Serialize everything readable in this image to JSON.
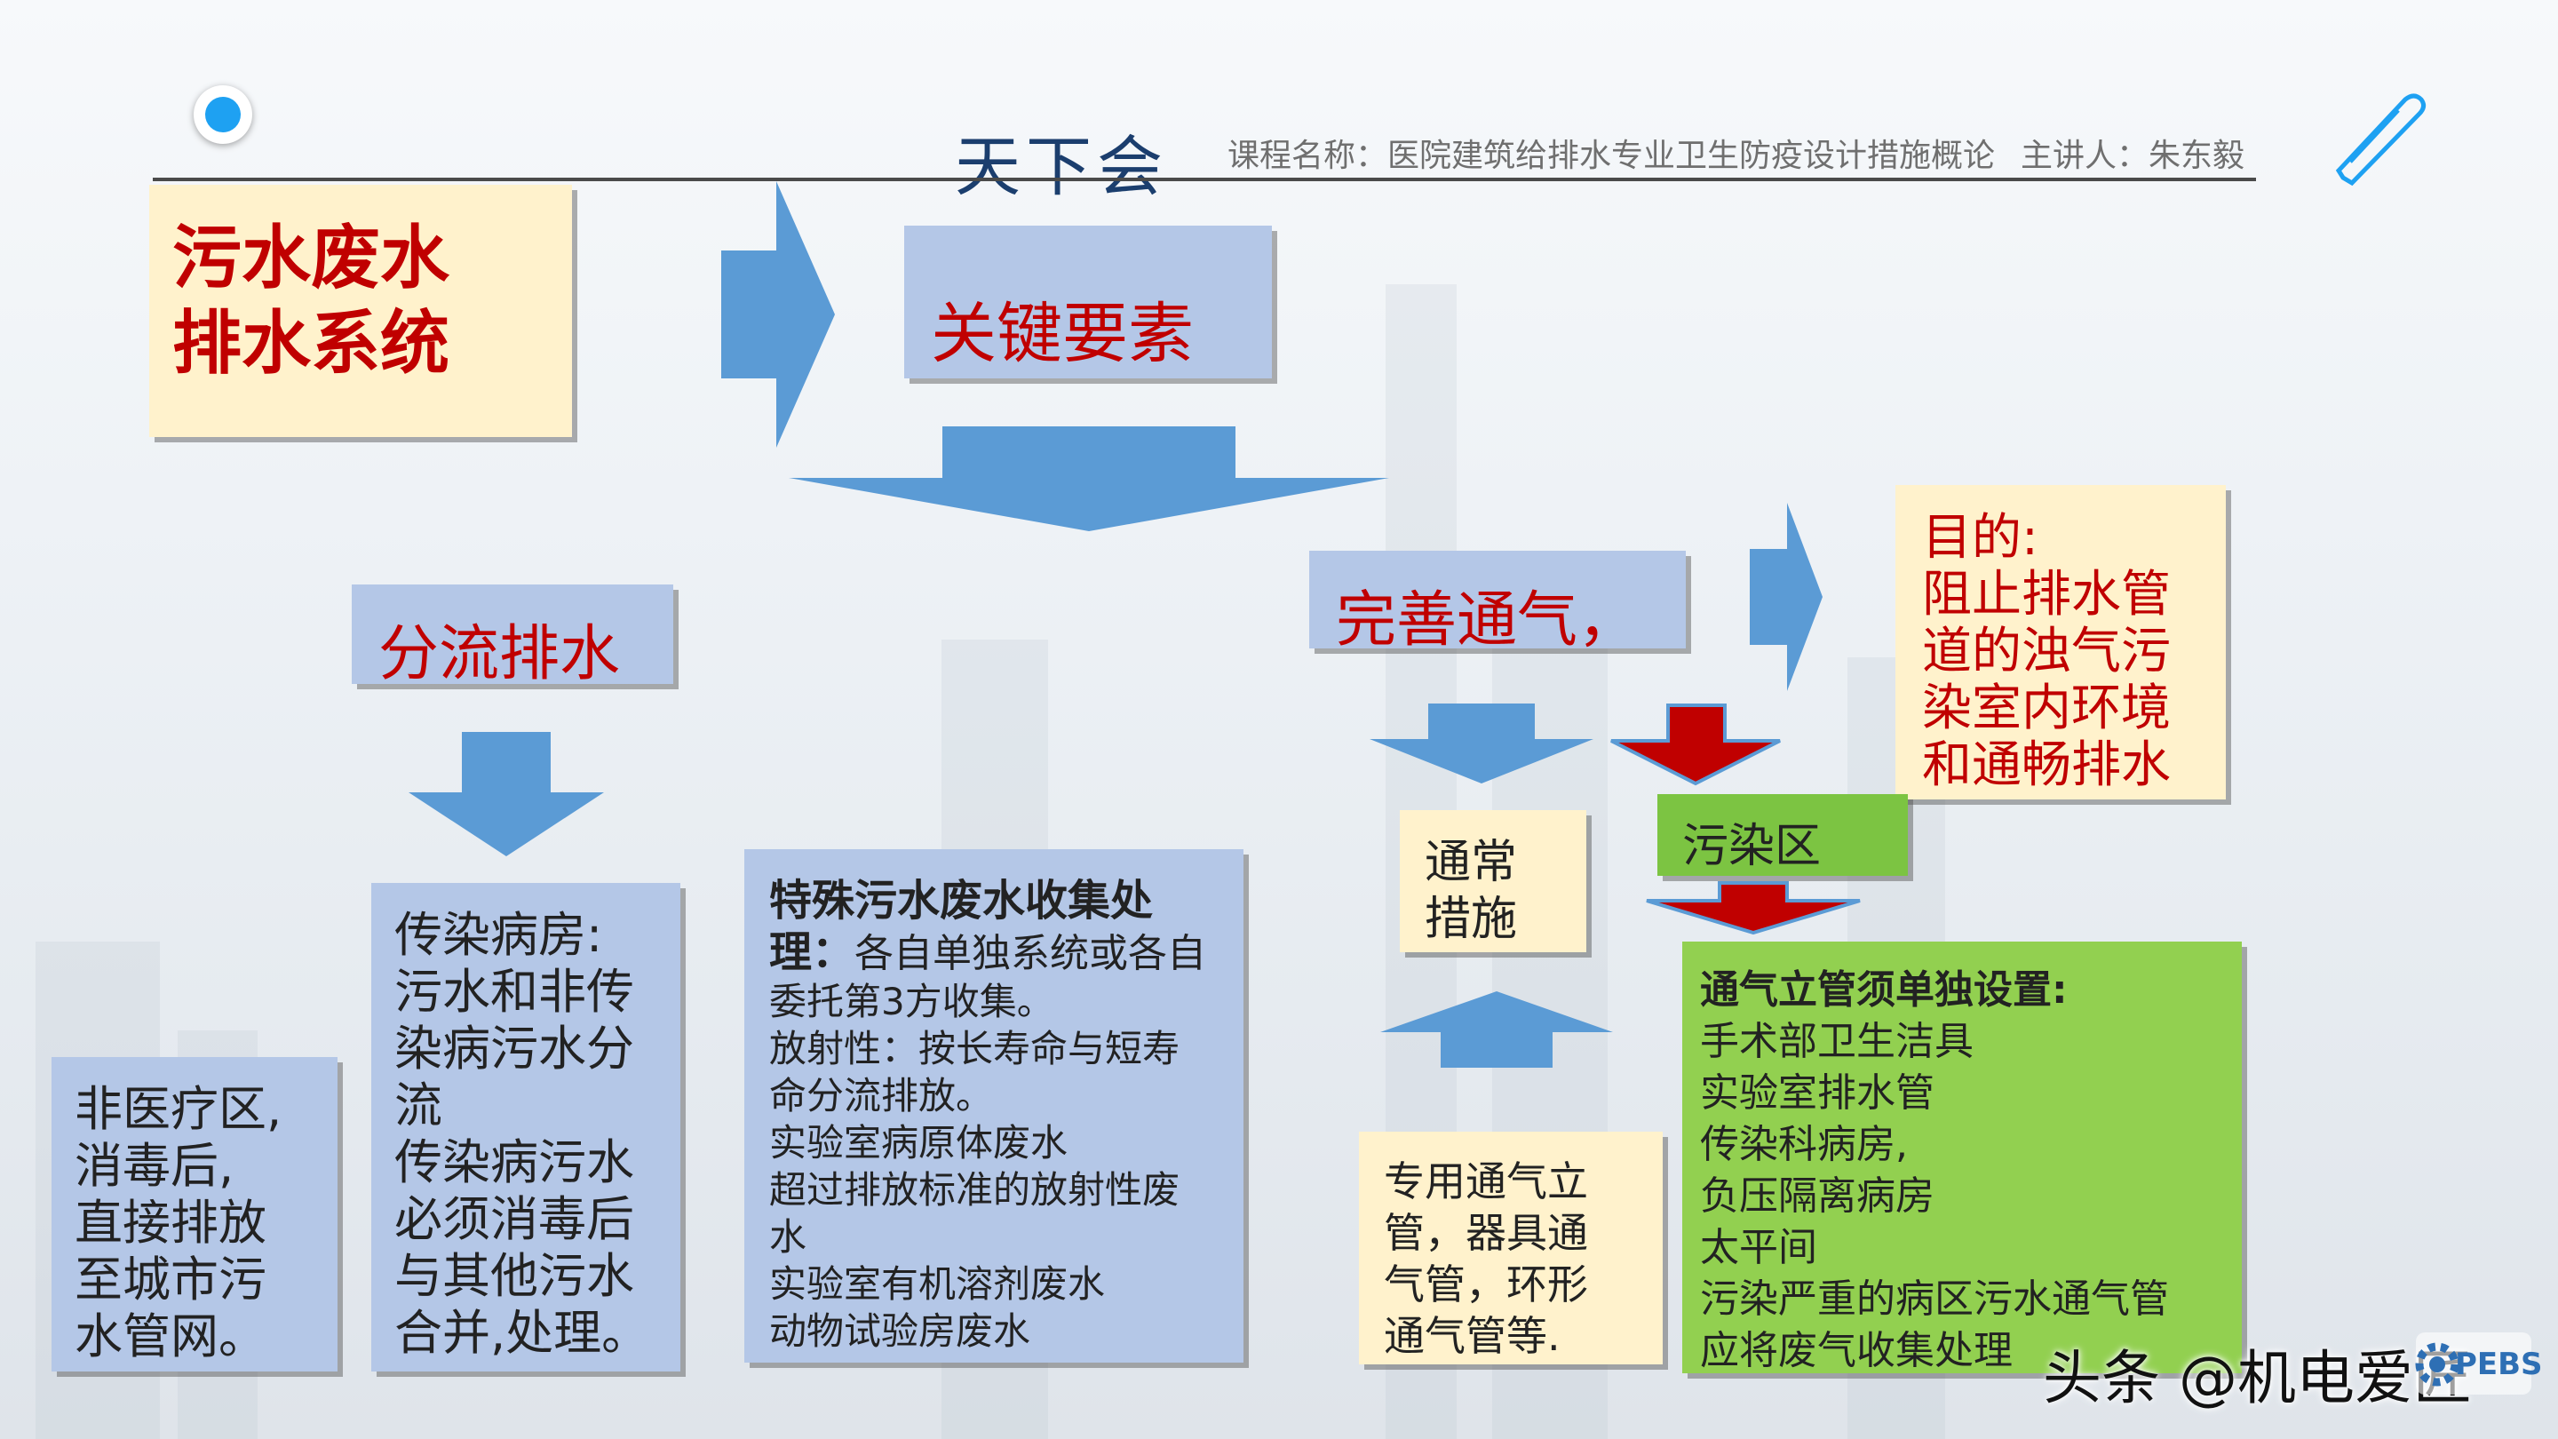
{
  "header": {
    "logo_text": "天下会",
    "course": "课程名称：医院建筑给排水专业卫生防疫设计措施概论",
    "speaker": "主讲人：朱东毅"
  },
  "title_box": {
    "line1": "污水废水",
    "line2": "排水系统"
  },
  "key_box": "关键要素",
  "split_box": "分流排水",
  "vent_box": "完善通气，",
  "purpose_box": {
    "lines": [
      "目的:",
      "阻止排水管",
      "道的浊气污",
      "染室内环境",
      "和通畅排水"
    ]
  },
  "non_medical_box": {
    "lines": [
      "非医疗区,",
      "消毒后,",
      "直接排放",
      "至城市污",
      "水管网。"
    ]
  },
  "infect_ward_box": {
    "lines": [
      "传染病房:",
      "污水和非传",
      "染病污水分",
      "流",
      "传染病污水",
      "必须消毒后",
      "与其他污水",
      "合并,处理。"
    ]
  },
  "special_box": {
    "bold_line1": "特殊污水废水收集处",
    "bold_line2": "理：",
    "line2_rest": "各自单独系统或各自",
    "lines": [
      "委托第3方收集。",
      "放射性：按长寿命与短寿",
      "命分流排放。",
      "实验室病原体废水",
      "超过排放标准的放射性废",
      "水",
      "实验室有机溶剂废水",
      "动物试验房废水"
    ]
  },
  "normal_box": {
    "lines": [
      "通常",
      "措施"
    ]
  },
  "polluted_box": "污染区",
  "dedicated_box": {
    "lines": [
      "专用通气立",
      "管，器具通",
      "气管，环形",
      "通气管等."
    ]
  },
  "stack_box": {
    "bold": "通气立管须单独设置:",
    "lines": [
      "手术部卫生洁具",
      "实验室排水管",
      "传染科病房,",
      "负压隔离病房",
      "太平间",
      "污染严重的病区污水通气管",
      "应将废气收集处理"
    ]
  },
  "watermark": {
    "text": "头条 @机电爱匠",
    "badge": "PEBS"
  },
  "colors": {
    "cream": "#fff2cc",
    "blue_box": "#b4c7e7",
    "green_box": "#92d050",
    "bright_green": "#7cc442",
    "arrow_blue": "#5b9bd5",
    "arrow_red": "#c00000",
    "title_red": "#c00000",
    "dot_blue": "#1ea1f2"
  }
}
